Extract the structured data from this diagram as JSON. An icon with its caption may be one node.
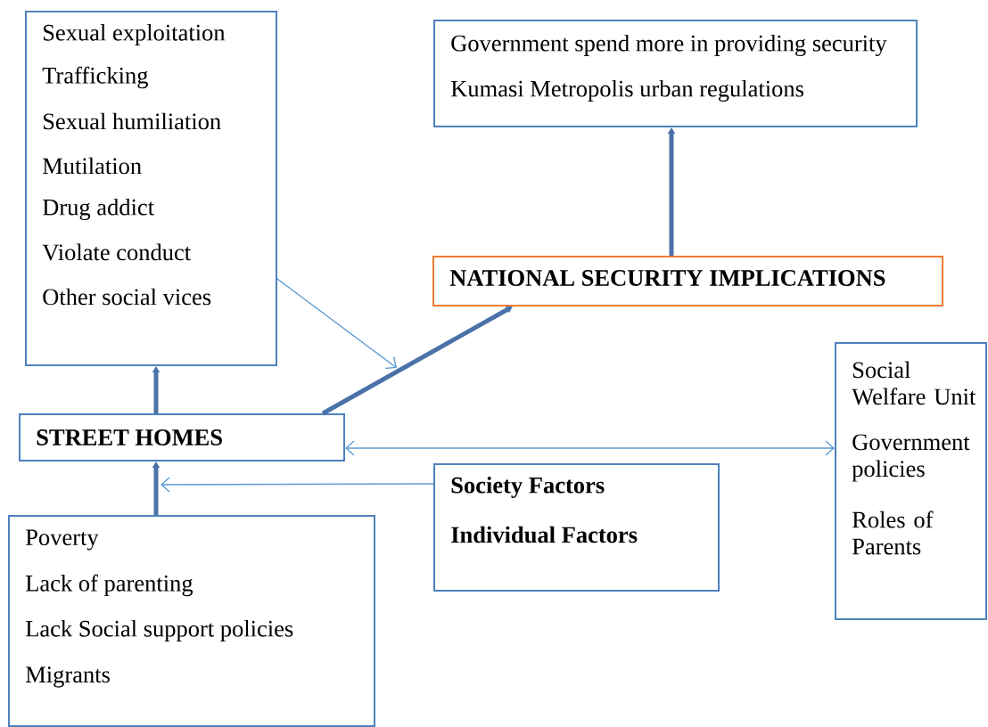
{
  "diagram": {
    "nodes": [
      {
        "text": [
          "Sexual exploitation",
          "Trafficking",
          "Sexual humiliation",
          "Mutilation",
          "Drug addict",
          "Violate conduct",
          "Other social vices"
        ]
      },
      {
        "text": [
          "Government spend more in providing security",
          "Kumasi Metropolis urban regulations"
        ]
      },
      {
        "text": [
          "NATIONAL SECURITY IMPLICATIONS"
        ]
      },
      {
        "text": [
          "STREET HOMES"
        ]
      },
      {
        "text": [
          "Social Welfare Unit",
          "Government policies",
          "Roles of Parents"
        ]
      },
      {
        "text": [
          "Society Factors",
          "Individual Factors"
        ]
      },
      {
        "text": [
          "Poverty",
          "Lack of parenting",
          "Lack Social support policies",
          "Migrants"
        ]
      }
    ],
    "edges": [
      {
        "from": 3,
        "to": 0,
        "arrow": "to"
      },
      {
        "from": 6,
        "to": 3,
        "arrow": "to"
      },
      {
        "from": 5,
        "to": 3,
        "arrow": "to",
        "color": "#5b9bd5"
      },
      {
        "from": 0,
        "to": null,
        "arrow": "to",
        "color": "#5b9bd5"
      },
      {
        "from": 3,
        "to": 2,
        "arrow": "to"
      },
      {
        "from": 2,
        "to": 1,
        "arrow": "to"
      },
      {
        "from": 3,
        "to": 4,
        "arrow": "both",
        "color": "#5b9bd5"
      }
    ]
  }
}
